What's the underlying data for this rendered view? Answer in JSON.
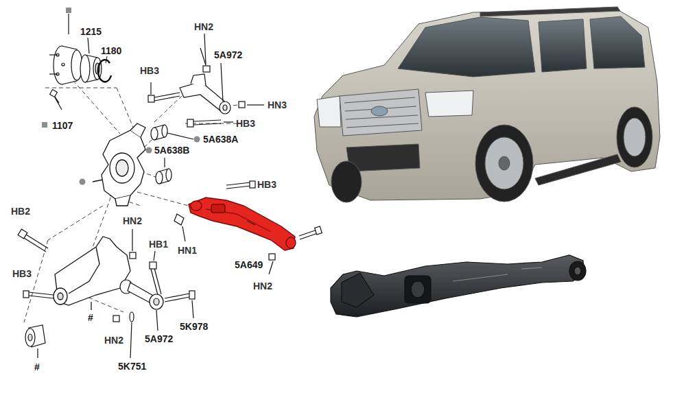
{
  "diagram": {
    "labels": [
      "1215",
      "1180",
      "HN2",
      "5A972",
      "HB3",
      "HN3",
      "1107",
      "HB3",
      "5A638A",
      "5A638B",
      "HB3",
      "HB2",
      "HN2",
      "HN1",
      "5A649",
      "HB1",
      "HB3",
      "HN2",
      "#",
      "5K978",
      "HN2",
      "5A972",
      "5K751",
      "#"
    ]
  }
}
